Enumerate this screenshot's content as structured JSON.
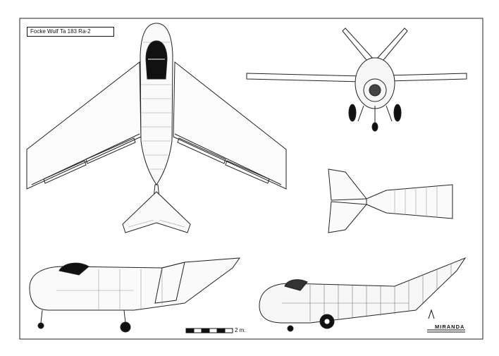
{
  "title": "Focke Wulf Ta 183 Ra-2",
  "scale_label": "2 m.",
  "logo_text": "MIRANDA",
  "views": [
    "top-view",
    "front-view",
    "tail-detail-view",
    "side-view",
    "cutaway-view"
  ]
}
